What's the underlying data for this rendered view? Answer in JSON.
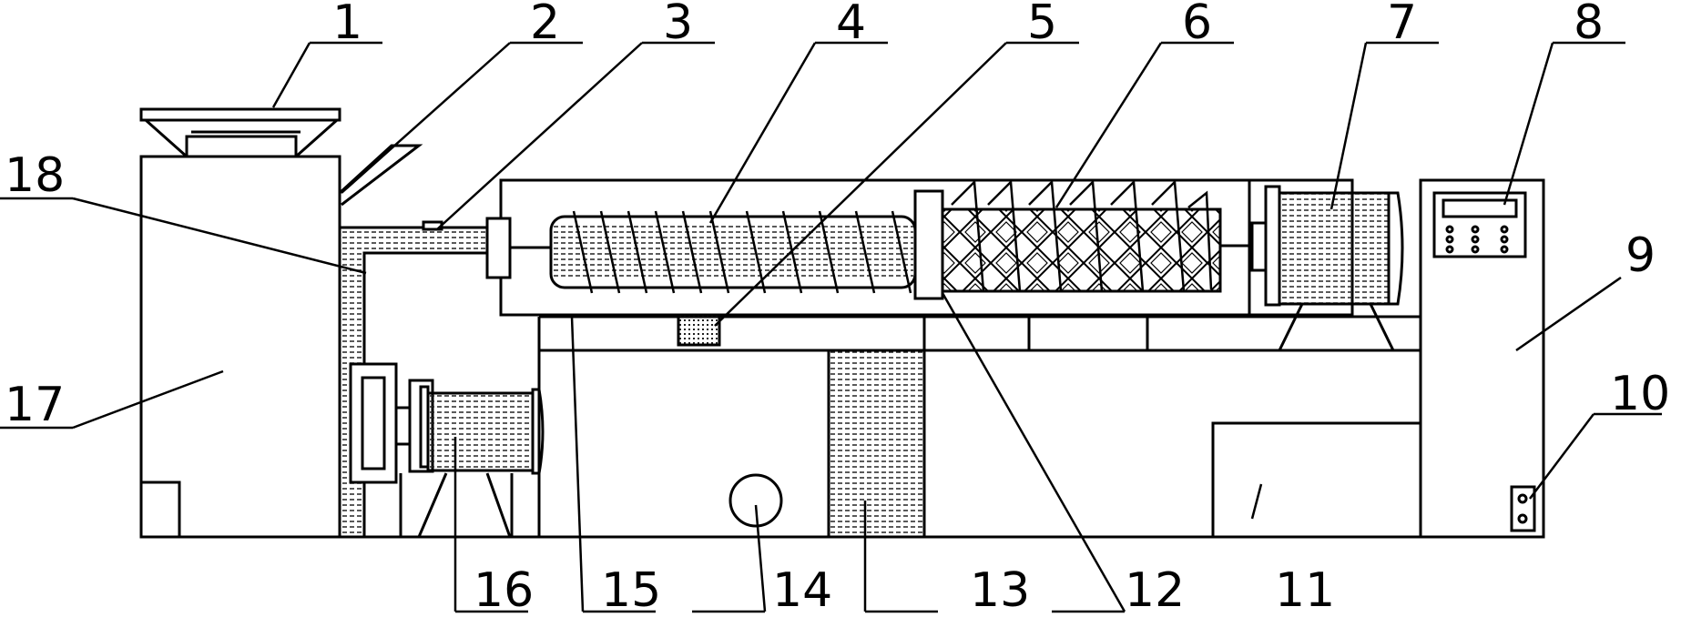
{
  "diagram": {
    "callouts": [
      {
        "id": "1",
        "text": "1"
      },
      {
        "id": "2",
        "text": "2"
      },
      {
        "id": "3",
        "text": "3"
      },
      {
        "id": "4",
        "text": "4"
      },
      {
        "id": "5",
        "text": "5"
      },
      {
        "id": "6",
        "text": "6"
      },
      {
        "id": "7",
        "text": "7"
      },
      {
        "id": "8",
        "text": "8"
      },
      {
        "id": "9",
        "text": "9"
      },
      {
        "id": "10",
        "text": "10"
      },
      {
        "id": "11",
        "text": "11"
      },
      {
        "id": "12",
        "text": "12"
      },
      {
        "id": "13",
        "text": "13"
      },
      {
        "id": "14",
        "text": "14"
      },
      {
        "id": "15",
        "text": "15"
      },
      {
        "id": "16",
        "text": "16"
      },
      {
        "id": "17",
        "text": "17"
      },
      {
        "id": "18",
        "text": "18"
      }
    ],
    "colors": {
      "line": "#000000",
      "background": "#ffffff",
      "hatch": "#222222"
    }
  }
}
